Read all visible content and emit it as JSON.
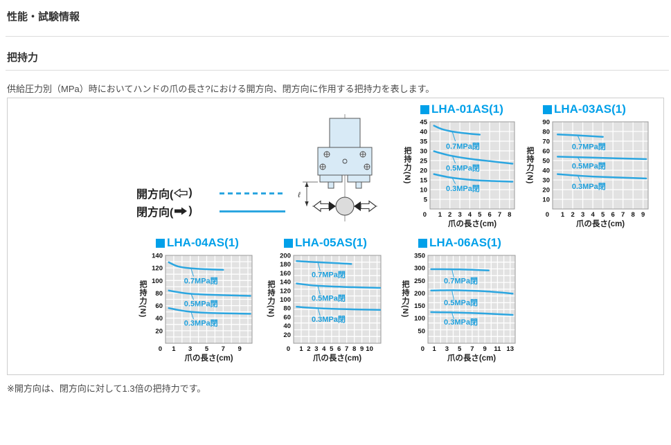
{
  "page": {
    "section_title": "性能・試験情報",
    "subsection_title": "把持力",
    "description": "供給圧力別（MPa）時においてハンドの爪の長さ?における開方向、閉方向に作用する把持力を表します。",
    "footnote": "※開方向は、閉方向に対して1.3倍の把持力です。"
  },
  "legend": {
    "open": {
      "pre": "開方向(",
      "post": ")"
    },
    "close": {
      "pre": "閉方向(",
      "post": ")"
    }
  },
  "diagram": {
    "dimension_label": "ℓ"
  },
  "colors": {
    "title_blue": "#00a0e9",
    "curve_blue": "#2ca6e0"
  },
  "chart_data": [
    {
      "type": "line",
      "title": "LHA-01AS(1)",
      "ylabel": "把持力(N)",
      "xlabel": "爪の長さ(cm)",
      "ylim": [
        0,
        45
      ],
      "xlim": [
        0,
        8.5
      ],
      "yticks": [
        5,
        10,
        15,
        20,
        25,
        30,
        35,
        40,
        45
      ],
      "xticks": [
        1,
        2,
        3,
        4,
        5,
        6,
        7,
        8
      ],
      "origin_label": "0",
      "grid": true,
      "series": [
        {
          "name": "0.7MPa閉",
          "points": [
            [
              0.4,
              43
            ],
            [
              1.2,
              41.2
            ],
            [
              2.2,
              40
            ],
            [
              3.5,
              39.1
            ],
            [
              5,
              38.4
            ]
          ],
          "label_xy": [
            3.3,
            32.5
          ],
          "leader": [
            [
              2.55,
              35
            ],
            [
              2.25,
              39.7
            ]
          ]
        },
        {
          "name": "0.5MPa閉",
          "points": [
            [
              0.4,
              29.8
            ],
            [
              2,
              27.6
            ],
            [
              4,
              25.9
            ],
            [
              6,
              24.7
            ],
            [
              8.3,
              23.4
            ]
          ],
          "label_xy": [
            3.3,
            21.3
          ],
          "leader": [
            [
              2.55,
              23.6
            ],
            [
              2.25,
              27.3
            ]
          ]
        },
        {
          "name": "0.3MPa閉",
          "points": [
            [
              0.4,
              18
            ],
            [
              2,
              16.3
            ],
            [
              4,
              15.1
            ],
            [
              6,
              14.5
            ],
            [
              8.3,
              14.1
            ]
          ],
          "label_xy": [
            3.3,
            10.8
          ],
          "leader": [
            [
              2.55,
              13
            ],
            [
              2.25,
              15.9
            ]
          ]
        }
      ]
    },
    {
      "type": "line",
      "title": "LHA-03AS(1)",
      "ylabel": "把持力(N)",
      "xlabel": "爪の長さ(cm)",
      "ylim": [
        0,
        90
      ],
      "xlim": [
        0,
        9.5
      ],
      "yticks": [
        10,
        20,
        30,
        40,
        50,
        60,
        70,
        80,
        90
      ],
      "xticks": [
        1,
        2,
        3,
        4,
        5,
        6,
        7,
        8,
        9
      ],
      "origin_label": "0",
      "grid": true,
      "series": [
        {
          "name": "0.7MPa閉",
          "points": [
            [
              0.5,
              77
            ],
            [
              2.5,
              76
            ],
            [
              5,
              74.5
            ]
          ],
          "label_xy": [
            3.6,
            64.5
          ],
          "leader": [
            [
              2.8,
              68.5
            ],
            [
              2.5,
              75.7
            ]
          ]
        },
        {
          "name": "0.5MPa閉",
          "points": [
            [
              0.5,
              54
            ],
            [
              4,
              53
            ],
            [
              9.3,
              51.5
            ]
          ],
          "label_xy": [
            3.6,
            44.5
          ],
          "leader": [
            [
              2.8,
              48.5
            ],
            [
              2.5,
              53.3
            ]
          ]
        },
        {
          "name": "0.3MPa閉",
          "points": [
            [
              0.5,
              36
            ],
            [
              4,
              33.5
            ],
            [
              9.3,
              31.5
            ]
          ],
          "label_xy": [
            3.6,
            23.5
          ],
          "leader": [
            [
              2.8,
              27.5
            ],
            [
              2.5,
              34.6
            ]
          ]
        }
      ]
    },
    {
      "type": "line",
      "title": "LHA-04AS(1)",
      "ylabel": "把持力(N)",
      "xlabel": "爪の長さ(cm)",
      "ylim": [
        0,
        140
      ],
      "xlim": [
        0,
        10.5
      ],
      "yticks": [
        20,
        40,
        60,
        80,
        100,
        120,
        140
      ],
      "xticks": [
        1,
        3,
        5,
        7,
        9
      ],
      "origin_label": "0",
      "grid": true,
      "series": [
        {
          "name": "0.7MPa閉",
          "points": [
            [
              0.4,
              129
            ],
            [
              1.5,
              122.5
            ],
            [
              3,
              119.5
            ],
            [
              5,
              118
            ],
            [
              7,
              117
            ]
          ],
          "label_xy": [
            4.3,
            100
          ],
          "leader": [
            [
              3.4,
              106.5
            ],
            [
              3.1,
              119
            ]
          ]
        },
        {
          "name": "0.5MPa閉",
          "points": [
            [
              0.4,
              84
            ],
            [
              2.5,
              79.5
            ],
            [
              5,
              77.5
            ],
            [
              10.3,
              75.5
            ]
          ],
          "label_xy": [
            4.3,
            63.5
          ],
          "leader": [
            [
              3.4,
              69.5
            ],
            [
              3.1,
              79
            ]
          ]
        },
        {
          "name": "0.3MPa閉",
          "points": [
            [
              0.4,
              56
            ],
            [
              2.5,
              51
            ],
            [
              5,
              48.5
            ],
            [
              10.3,
              47
            ]
          ],
          "label_xy": [
            4.3,
            32.5
          ],
          "leader": [
            [
              3.4,
              38.5
            ],
            [
              3.1,
              50
            ]
          ]
        }
      ]
    },
    {
      "type": "line",
      "title": "LHA-05AS(1)",
      "ylabel": "把持力(N)",
      "xlabel": "爪の長さ(cm)",
      "ylim": [
        0,
        200
      ],
      "xlim": [
        0,
        11.5
      ],
      "yticks": [
        20,
        40,
        60,
        80,
        100,
        120,
        140,
        160,
        180,
        200
      ],
      "xticks": [
        1,
        2,
        3,
        4,
        5,
        6,
        7,
        8,
        9,
        10
      ],
      "origin_label": "0",
      "grid": true,
      "series": [
        {
          "name": "0.7MPa閉",
          "points": [
            [
              0.4,
              187
            ],
            [
              3,
              184.5
            ],
            [
              5.5,
              182.5
            ],
            [
              7.6,
              180.5
            ]
          ],
          "label_xy": [
            4.6,
            157
          ],
          "leader": [
            [
              3.5,
              165
            ],
            [
              3.2,
              184
            ]
          ]
        },
        {
          "name": "0.5MPa閉",
          "points": [
            [
              0.4,
              136
            ],
            [
              3,
              131
            ],
            [
              7,
              128
            ],
            [
              11.4,
              126
            ]
          ],
          "label_xy": [
            4.6,
            103
          ],
          "leader": [
            [
              3.5,
              111
            ],
            [
              3.2,
              130.5
            ]
          ]
        },
        {
          "name": "0.3MPa閉",
          "points": [
            [
              0.4,
              83
            ],
            [
              3,
              80
            ],
            [
              7,
              77.5
            ],
            [
              11.4,
              76
            ]
          ],
          "label_xy": [
            4.6,
            55
          ],
          "leader": [
            [
              3.5,
              62.5
            ],
            [
              3.2,
              79.3
            ]
          ]
        }
      ]
    },
    {
      "type": "line",
      "title": "LHA-06AS(1)",
      "ylabel": "把持力(N)",
      "xlabel": "爪の長さ(cm)",
      "ylim": [
        0,
        350
      ],
      "xlim": [
        0,
        13.8
      ],
      "yticks": [
        50,
        100,
        150,
        200,
        250,
        300,
        350
      ],
      "xticks": [
        1,
        3,
        5,
        7,
        9,
        11,
        13
      ],
      "origin_label": "0",
      "grid": true,
      "series": [
        {
          "name": "0.7MPa閉",
          "points": [
            [
              0.5,
              295
            ],
            [
              5,
              294
            ],
            [
              9.6,
              290
            ]
          ],
          "label_xy": [
            5.2,
            250
          ],
          "leader": [
            [
              4.1,
              261
            ],
            [
              3.8,
              293.5
            ]
          ]
        },
        {
          "name": "0.5MPa閉",
          "points": [
            [
              0.5,
              210
            ],
            [
              4,
              211
            ],
            [
              9,
              207
            ],
            [
              13.4,
              198
            ]
          ],
          "label_xy": [
            5.2,
            163
          ],
          "leader": [
            [
              4.1,
              173
            ],
            [
              3.8,
              209.8
            ]
          ]
        },
        {
          "name": "0.3MPa閉",
          "points": [
            [
              0.5,
              124
            ],
            [
              4,
              122.5
            ],
            [
              9,
              118.5
            ],
            [
              13.4,
              113
            ]
          ],
          "label_xy": [
            5.2,
            86
          ],
          "leader": [
            [
              4.1,
              96
            ],
            [
              3.8,
              121.5
            ]
          ]
        }
      ]
    }
  ]
}
